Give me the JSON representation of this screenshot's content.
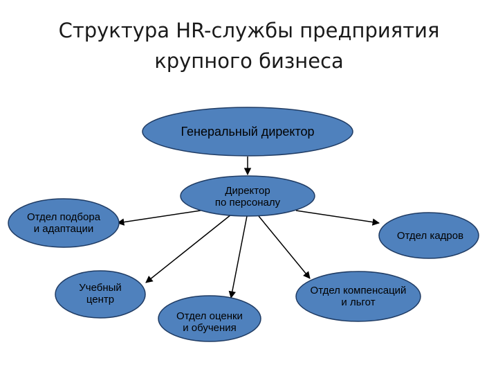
{
  "title": {
    "line1": "Структура HR-службы предприятия",
    "line2": "крупного бизнеса"
  },
  "nodes": {
    "ceo": [
      "Генеральный директор"
    ],
    "hr_director": [
      "Директор",
      "по персоналу"
    ],
    "recruitment": [
      "Отдел подбора",
      "и адаптации"
    ],
    "personnel": [
      "Отдел кадров"
    ],
    "training_center": [
      "Учебный",
      "центр"
    ],
    "assessment": [
      "Отдел оценки",
      "и обучения"
    ],
    "compensation": [
      "Отдел компенсаций",
      "и льгот"
    ]
  },
  "colors": {
    "node_fill": "#4f81bd",
    "node_stroke": "#1f3b63",
    "edge": "#000000",
    "text": "#000000"
  }
}
